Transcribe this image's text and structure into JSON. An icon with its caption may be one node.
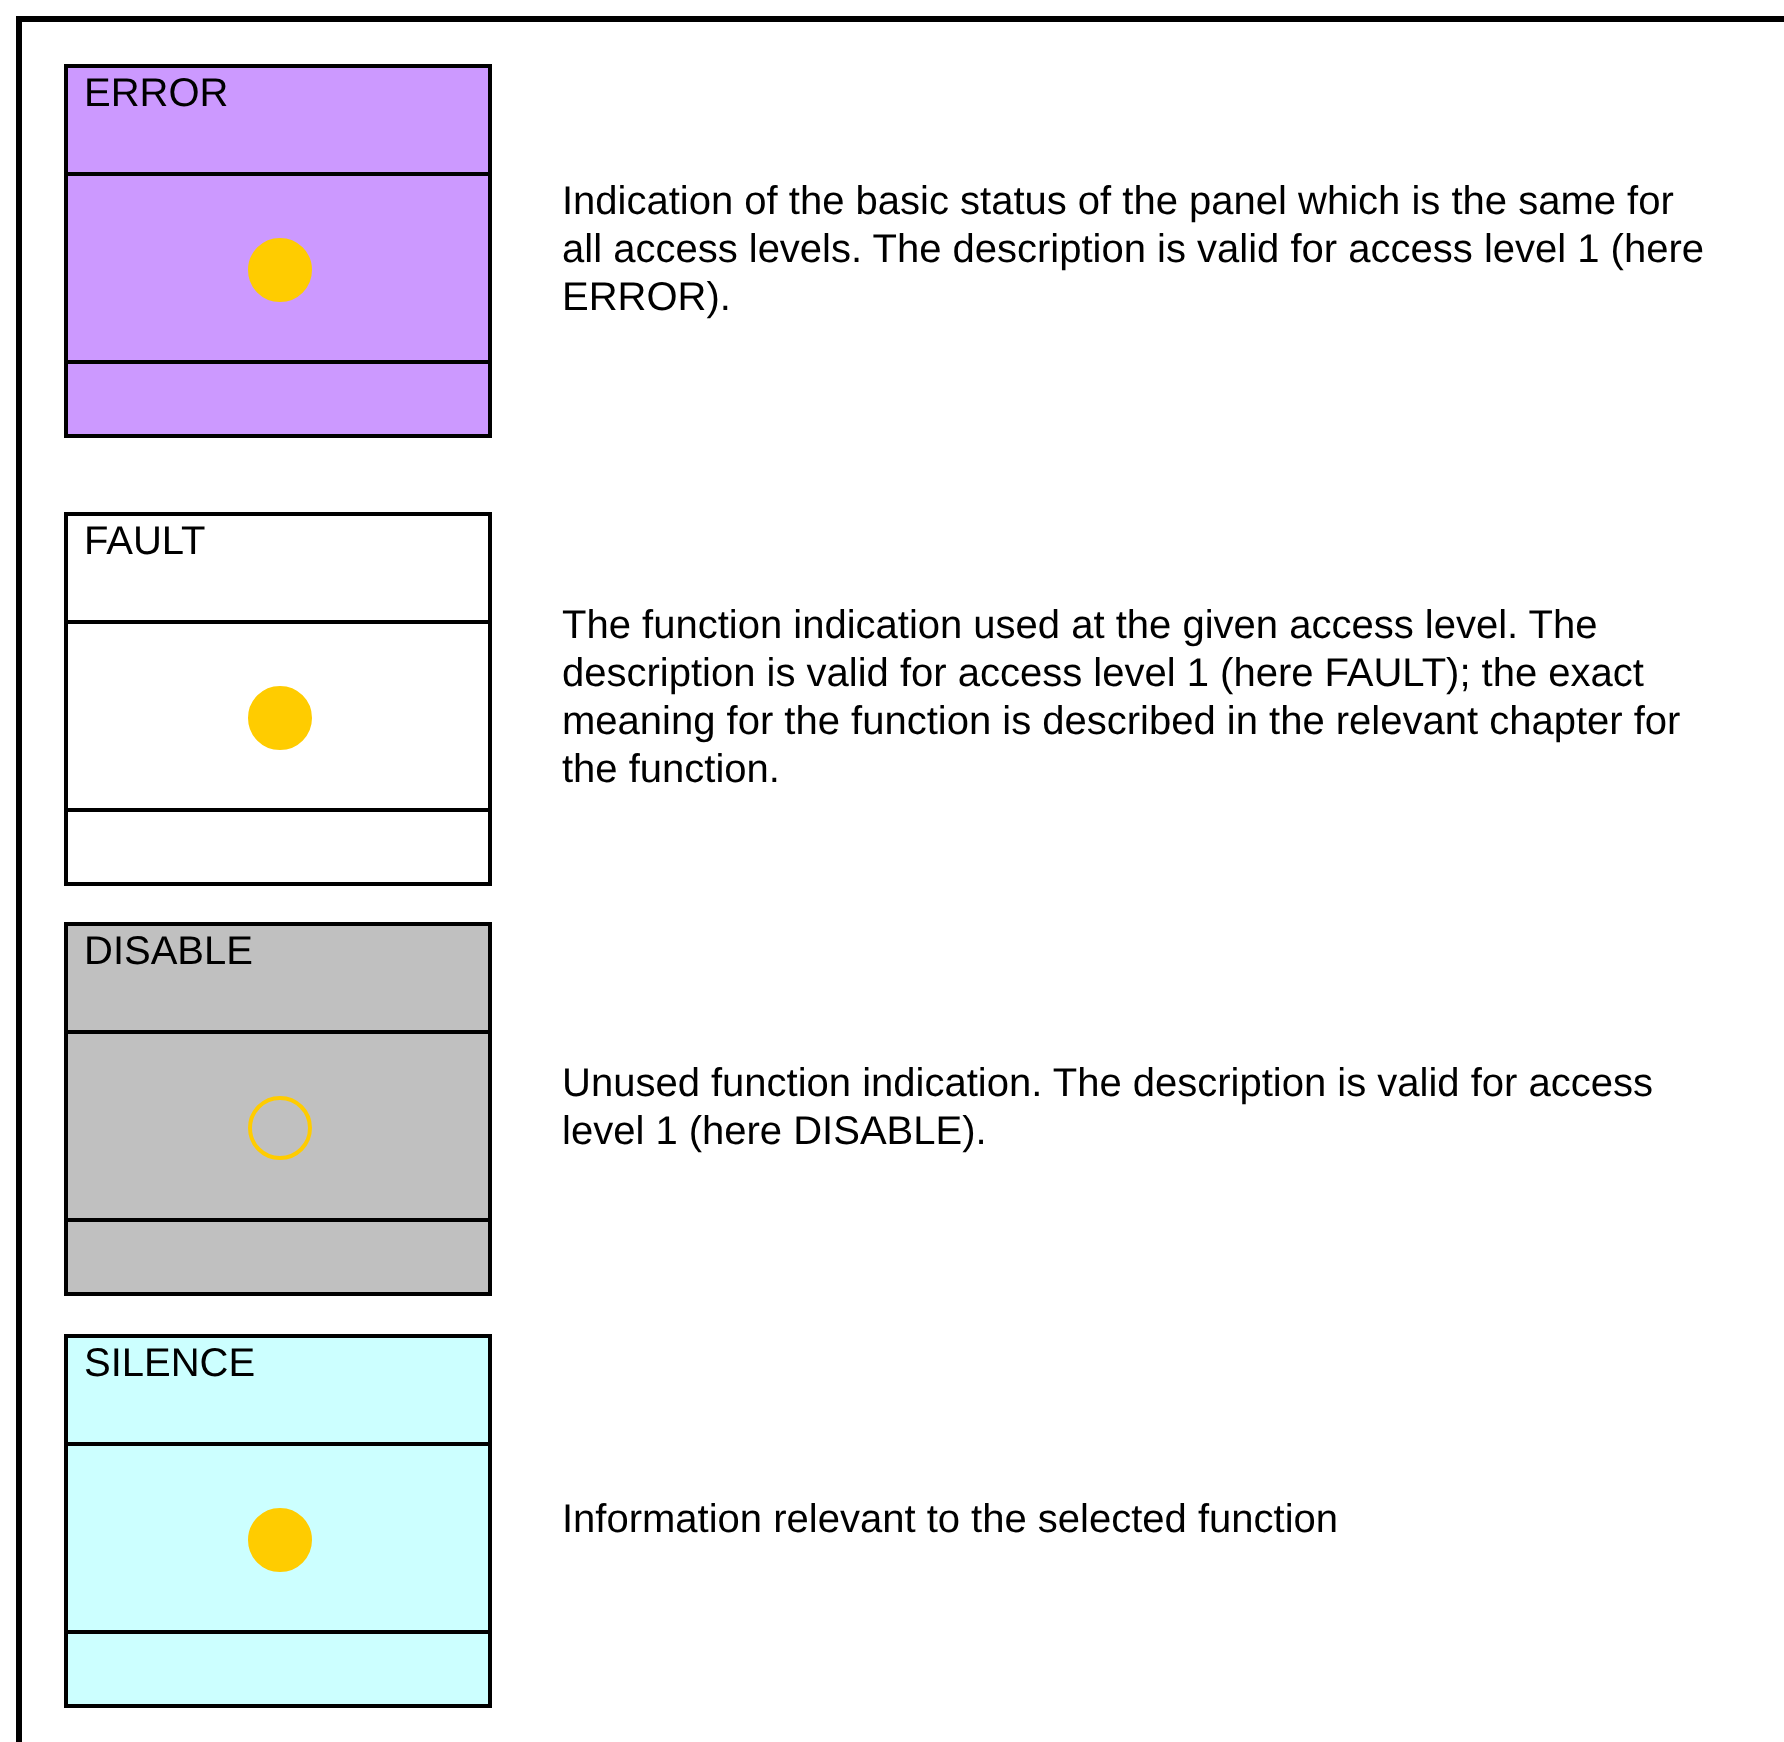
{
  "diagram": {
    "nodes": [
      {
        "text": [
          "ERROR"
        ],
        "beside": [
          "Indication of the basic status of the panel which is the same for all access levels. The description is valid for access level 1 (here ERROR)."
        ]
      },
      {
        "text": [
          "FAULT"
        ],
        "beside": [
          "The function indication used at the given access level.  The description is valid for access level 1 (here FAULT); the exact meaning for the function is described in the relevant chapter for the function."
        ]
      },
      {
        "text": [
          "DISABLE"
        ],
        "beside": [
          "Unused function indication. The description is valid for access level 1 (here DISABLE)."
        ]
      },
      {
        "text": [
          "SILENCE"
        ],
        "beside": [
          "Information relevant to the selected function"
        ]
      }
    ]
  }
}
